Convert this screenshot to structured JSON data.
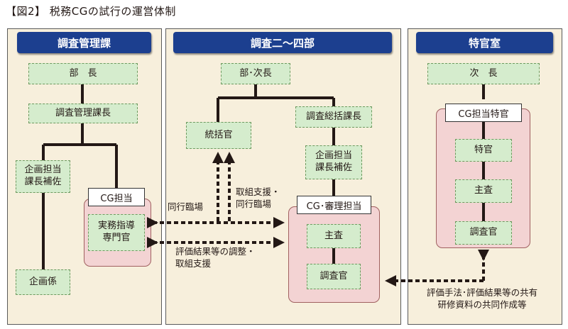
{
  "title": "【図2】 税務CGの試行の運営体制",
  "left": {
    "header": "調査管理課",
    "nodes": [
      "部　長",
      "調査管理課長",
      "企画担当\n課長補佐",
      "企画係"
    ],
    "group_tag": "CG担当",
    "group_node": "実務指導\n専門官"
  },
  "center": {
    "header": "調査二〜四部",
    "nodes": [
      "部･次長",
      "調査総括課長",
      "統括官",
      "企画担当\n課長補佐"
    ],
    "group_tag": "CG･審理担当",
    "group_nodes": [
      "主査",
      "調査官"
    ]
  },
  "right": {
    "header": "特官室",
    "nodes": [
      "次　長"
    ],
    "group_tag": "CG担当特官",
    "group_nodes": [
      "特官",
      "主査",
      "調査官"
    ]
  },
  "labels": {
    "accompany": "同行臨場",
    "support_accompany": "取組支援・\n同行臨場",
    "coordination": "評価結果等の調整・\n取組支援",
    "sharing": "評価手法･評価結果等の共有\n研修資料の共同作成等"
  }
}
